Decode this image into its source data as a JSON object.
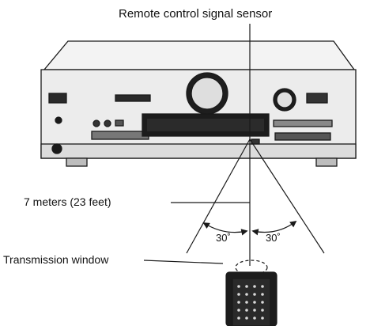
{
  "labels": {
    "sensor": "Remote control signal sensor",
    "range": "7 meters (23 feet)",
    "angle_left": "30˚",
    "angle_right": "30˚",
    "window": "Transmission window"
  },
  "colors": {
    "line": "#1a1a1a",
    "body_fill": "#ededed",
    "panel_dark": "#1c1c1c"
  }
}
